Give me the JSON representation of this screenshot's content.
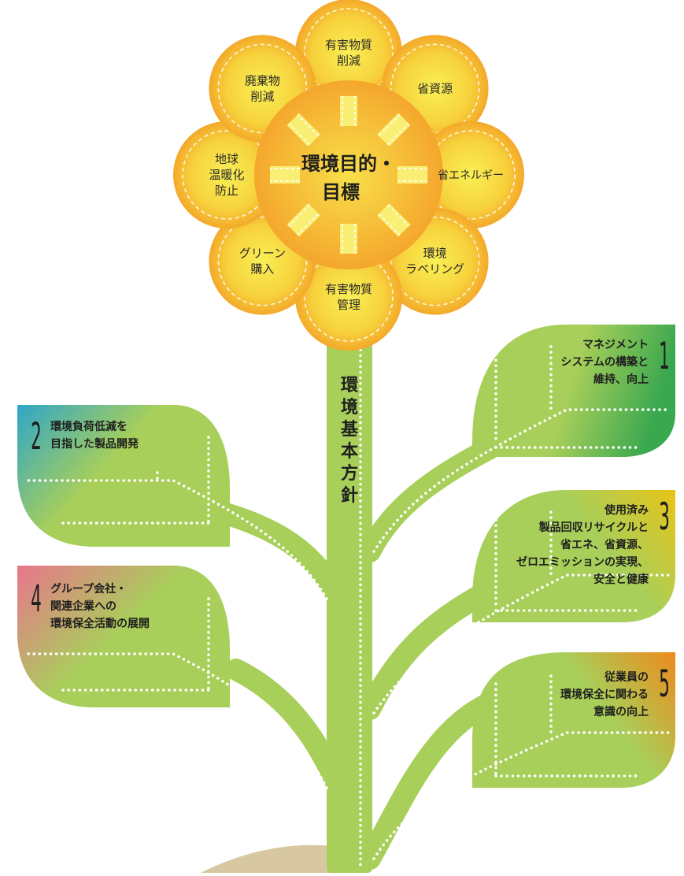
{
  "flower": {
    "center": [
      "環境目的・",
      "目標"
    ],
    "petals": [
      {
        "id": "hazardous-reduction",
        "lines": [
          "有害物質",
          "削減"
        ]
      },
      {
        "id": "resource-saving",
        "lines": [
          "省資源"
        ]
      },
      {
        "id": "energy-saving",
        "lines": [
          "省エネルギー"
        ]
      },
      {
        "id": "eco-labeling",
        "lines": [
          "環境",
          "ラベリング"
        ]
      },
      {
        "id": "hazardous-management",
        "lines": [
          "有害物質",
          "管理"
        ]
      },
      {
        "id": "green-purchasing",
        "lines": [
          "グリーン",
          "購入"
        ]
      },
      {
        "id": "global-warming-prevention",
        "lines": [
          "地球",
          "温暖化",
          "防止"
        ]
      },
      {
        "id": "waste-reduction",
        "lines": [
          "廃棄物",
          "削減"
        ]
      }
    ]
  },
  "stem": {
    "label": [
      "環",
      "境",
      "基",
      "本",
      "方",
      "針"
    ]
  },
  "leaves": [
    {
      "num": "1",
      "lines": [
        "マネジメント",
        "システムの構築と",
        "維持、向上"
      ]
    },
    {
      "num": "2",
      "lines": [
        "環境負荷低減を",
        "目指した製品開発"
      ]
    },
    {
      "num": "3",
      "lines": [
        "使用済み",
        "製品回収リサイクルと",
        "省エネ、省資源、",
        "ゼロエミッションの実現、",
        "安全と健康"
      ]
    },
    {
      "num": "4",
      "lines": [
        "グループ会社・",
        "関連企業への",
        "環境保全活動の展開"
      ]
    },
    {
      "num": "5",
      "lines": [
        "従業員の",
        "環境保全に関わる",
        "意識の向上"
      ]
    }
  ],
  "colors": {
    "leaf_green": "#a8cf5a",
    "petal_orange": "#f4921e",
    "petal_yellow": "#f7e34a",
    "ground": "#d8c8a2",
    "badge_1": "#2fa84f",
    "badge_2": "#2ea6c8",
    "badge_3": "#e6c414",
    "badge_4": "#e8768c",
    "badge_5": "#ee8a1c"
  }
}
